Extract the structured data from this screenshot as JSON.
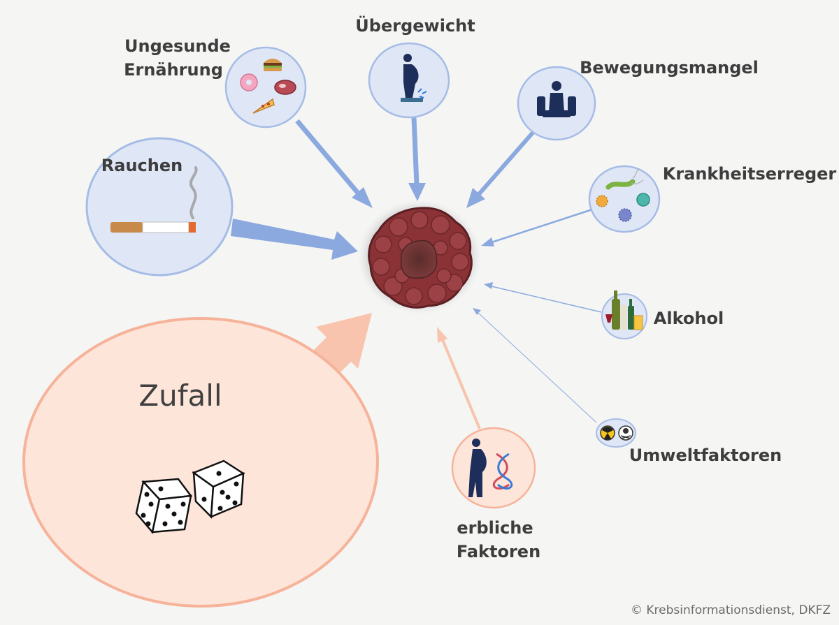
{
  "diagram": {
    "center": {
      "icon": "tumor-icon"
    },
    "factors": [
      {
        "id": "ernaehrung",
        "label_lines": [
          "Ungesunde",
          "Ernährung"
        ],
        "icon": "food-icon"
      },
      {
        "id": "uebergewicht",
        "label": "Übergewicht",
        "icon": "overweight-person-icon"
      },
      {
        "id": "bewegung",
        "label": "Bewegungsmangel",
        "icon": "sitting-person-icon"
      },
      {
        "id": "rauchen",
        "label": "Rauchen",
        "icon": "cigarette-icon"
      },
      {
        "id": "erreger",
        "label": "Krankheitserreger",
        "icon": "pathogens-icon"
      },
      {
        "id": "alkohol",
        "label": "Alkohol",
        "icon": "bottles-icon"
      },
      {
        "id": "umwelt",
        "label": "Umweltfaktoren",
        "icon": "radiation-toxic-icon"
      },
      {
        "id": "erblich",
        "label_lines": [
          "erbliche",
          "Faktoren"
        ],
        "icon": "pregnant-dna-icon"
      },
      {
        "id": "zufall",
        "label": "Zufall",
        "icon": "dice-icon"
      }
    ],
    "colors": {
      "blue_arrow": "#8ba9de",
      "blue_circle_fill": "#dfe6f5",
      "blue_circle_stroke": "#a5bce6",
      "peach_arrow": "#f8c4ad",
      "peach_fill": "#fde5d9",
      "peach_stroke": "#f6b39a",
      "tumor": "#8a3236"
    }
  },
  "copyright": "© Krebsinformationsdienst, DKFZ"
}
